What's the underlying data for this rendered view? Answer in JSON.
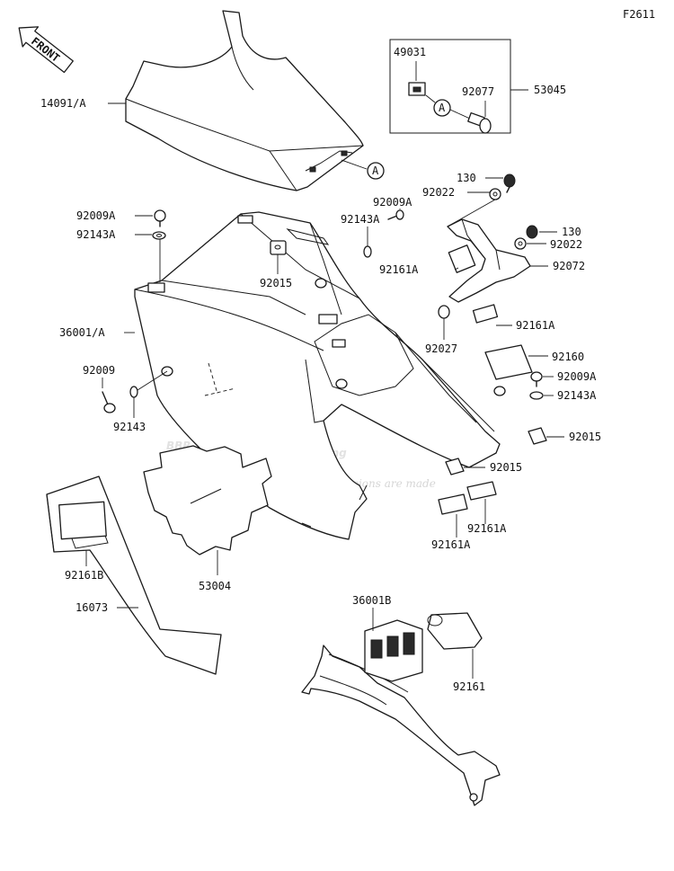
{
  "figure_code": "F2611",
  "front_label": "FRONT",
  "ref_marker": "A",
  "watermark": {
    "brand": "BBR",
    "brand_sub": "Racing",
    "tagline": "Where Champions are made"
  },
  "part_numbers": {
    "p14091A": "14091/A",
    "p49031": "49031",
    "p92077": "92077",
    "p53045": "53045",
    "p130_top": "130",
    "p92022_top": "92022",
    "p92009A_top": "92009A",
    "p92009A_left": "92009A",
    "p92143A_left": "92143A",
    "p92143A_mid": "92143A",
    "p92161A_mid": "92161A",
    "p130_right": "130",
    "p92022_right": "92022",
    "p92072": "92072",
    "p92015_top": "92015",
    "p36001A": "36001/A",
    "p92161A_right": "92161A",
    "p92027": "92027",
    "p92160": "92160",
    "p92009": "92009",
    "p92009A_right": "92009A",
    "p92143A_right": "92143A",
    "p92143": "92143",
    "p92015_right": "92015",
    "p92015_low": "92015",
    "p92161A_lowright": "92161A",
    "p92161A_low": "92161A",
    "p92161B": "92161B",
    "p53004": "53004",
    "p16073": "16073",
    "p36001B": "36001B",
    "p92161": "92161"
  }
}
